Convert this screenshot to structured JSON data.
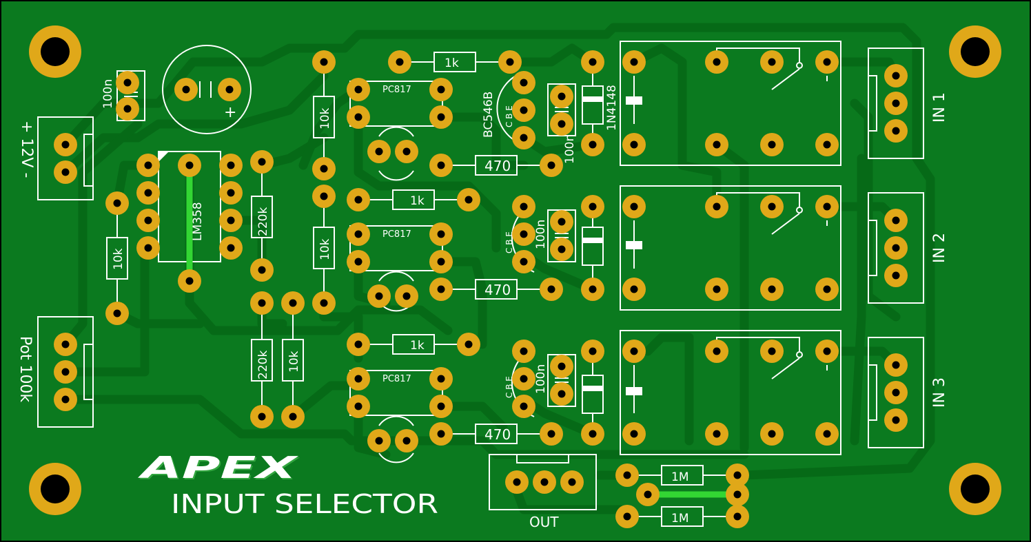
{
  "colors": {
    "board": "#0b7a1f",
    "trace": "#066a17",
    "silk": "#ffffff",
    "pad": "#e0a819",
    "hole": "#000000",
    "jumper": "#33d633"
  },
  "brand": {
    "logo_text": "APEX",
    "subtitle": "INPUT SELECTOR"
  },
  "connectors": {
    "power": "+ 12V -",
    "pot": "Pot 100k",
    "in1": "IN 1",
    "in2": "IN 2",
    "in3": "IN 3",
    "out": "OUT"
  },
  "components": {
    "cap_top": "100n",
    "ic": "LM358",
    "r_10k_a": "10k",
    "r_10k_b": "10k",
    "r_10k_c": "10k",
    "r_10k_d": "10k",
    "r_220k_a": "220k",
    "r_220k_b": "220k",
    "r_1k_1": "1k",
    "r_1k_2": "1k",
    "r_1k_3": "1k",
    "opto_1": "PC817",
    "opto_2": "PC817",
    "opto_3": "PC817",
    "r_470_1": "470",
    "r_470_2": "470",
    "r_470_3": "470",
    "transistor": "BC546B",
    "diode": "1N4148",
    "cap_100n_1": "100n",
    "cap_100n_2": "100n",
    "cap_100n_3": "100n",
    "r_1m_1": "1M",
    "r_1m_2": "1M",
    "transistor_pins": "C B E",
    "elcap_plus": "+"
  }
}
